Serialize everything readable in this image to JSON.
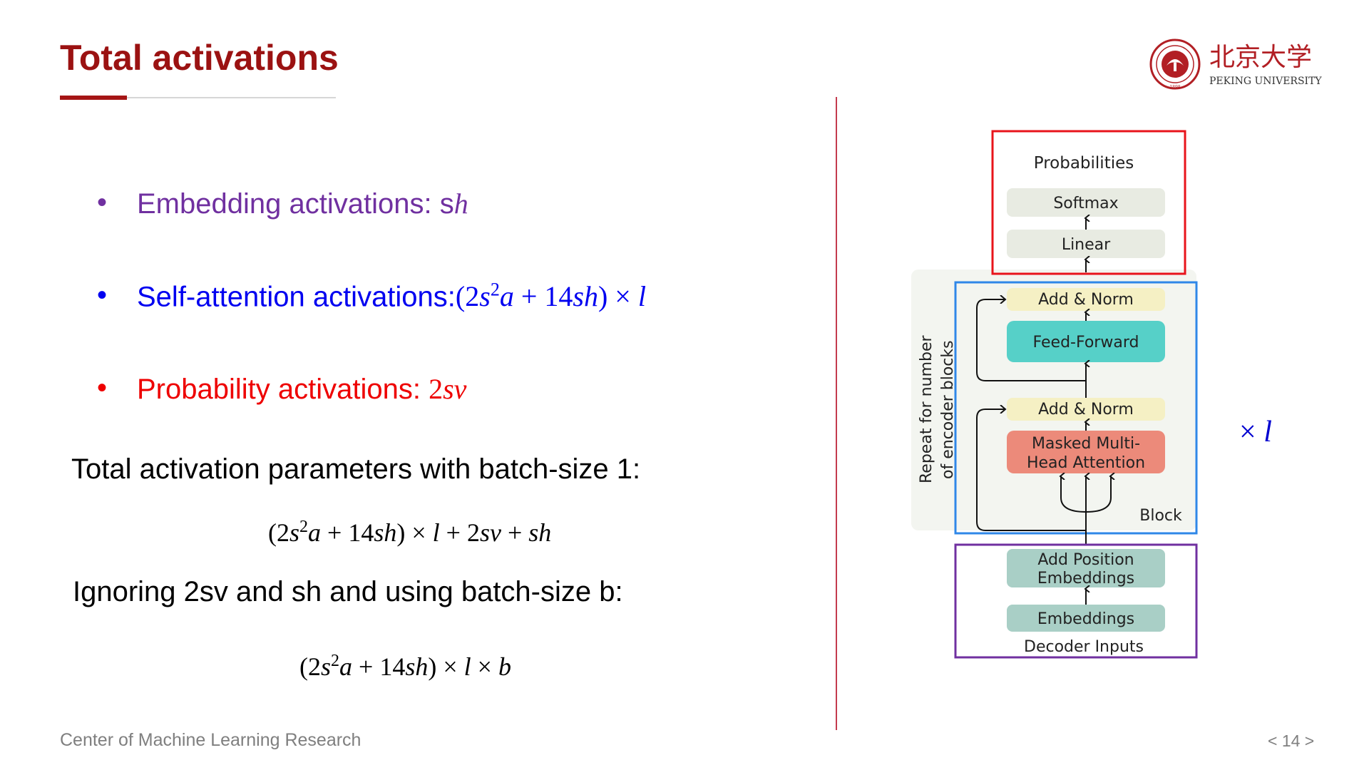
{
  "slide": {
    "title": "Total activations",
    "footer": "Center of Machine Learning Research",
    "page_number": "< 14 >"
  },
  "logo": {
    "chinese_name": "北京大学",
    "english_name": "PEKING UNIVERSITY",
    "seal_year": "1898"
  },
  "bullets": {
    "marker": "•",
    "embedding": {
      "label": "Embedding activations: s",
      "var": "h"
    },
    "self_attention": {
      "label": "Self-attention activations:",
      "formula_open": "(2",
      "s": "s",
      "sup": "2",
      "a": "a",
      "plus": " + 14",
      "sh": "sh",
      "close": ") × ",
      "l": "l"
    },
    "probability": {
      "label": "Probability activations: ",
      "num": "2",
      "sv": "sv"
    }
  },
  "text": {
    "total_line": "Total activation parameters with batch-size 1:",
    "ignoring_line": "Ignoring 2sv and sh and using batch-size b:"
  },
  "equations": {
    "eq1": {
      "open": "(2",
      "s": "s",
      "sup": "2",
      "a": "a",
      "p14": " + 14",
      "sh": "sh",
      "close": ") × ",
      "l": "l",
      "p2": " + 2",
      "sv": "sv",
      "plus": " + ",
      "sh2": "sh"
    },
    "eq2": {
      "open": "(2",
      "s": "s",
      "sup": "2",
      "a": "a",
      "p14": " + 14",
      "sh": "sh",
      "close": ") × ",
      "l": "l",
      "times": " × ",
      "b": "b"
    }
  },
  "multiplier": {
    "times": "× ",
    "l": "l"
  },
  "diagram": {
    "probabilities": "Probabilities",
    "softmax": "Softmax",
    "linear": "Linear",
    "add_norm_top": "Add & Norm",
    "feed_forward": "Feed-Forward",
    "add_norm_bottom": "Add & Norm",
    "masked_line1": "Masked Multi-",
    "masked_line2": "Head Attention",
    "block": "Block",
    "repeat_line1": "Repeat  for number",
    "repeat_line2": "of encoder blocks",
    "add_position_line1": "Add Position",
    "add_position_line2": "Embeddings",
    "embeddings": "Embeddings",
    "decoder_inputs": "Decoder Inputs"
  },
  "colors": {
    "title": "#9b1212",
    "embedding": "#7030a0",
    "self_attention": "#0000f0",
    "probability": "#ee0000",
    "red_box": "#e8141b",
    "blue_box": "#2f87e8",
    "purple_box": "#7030a0",
    "feed_forward": "#56d0c8",
    "masked_attention": "#ec8a7a",
    "add_norm": "#f5f0c4",
    "embeddings": "#a9cfc6",
    "softmax_linear": "#e8ebe2"
  }
}
